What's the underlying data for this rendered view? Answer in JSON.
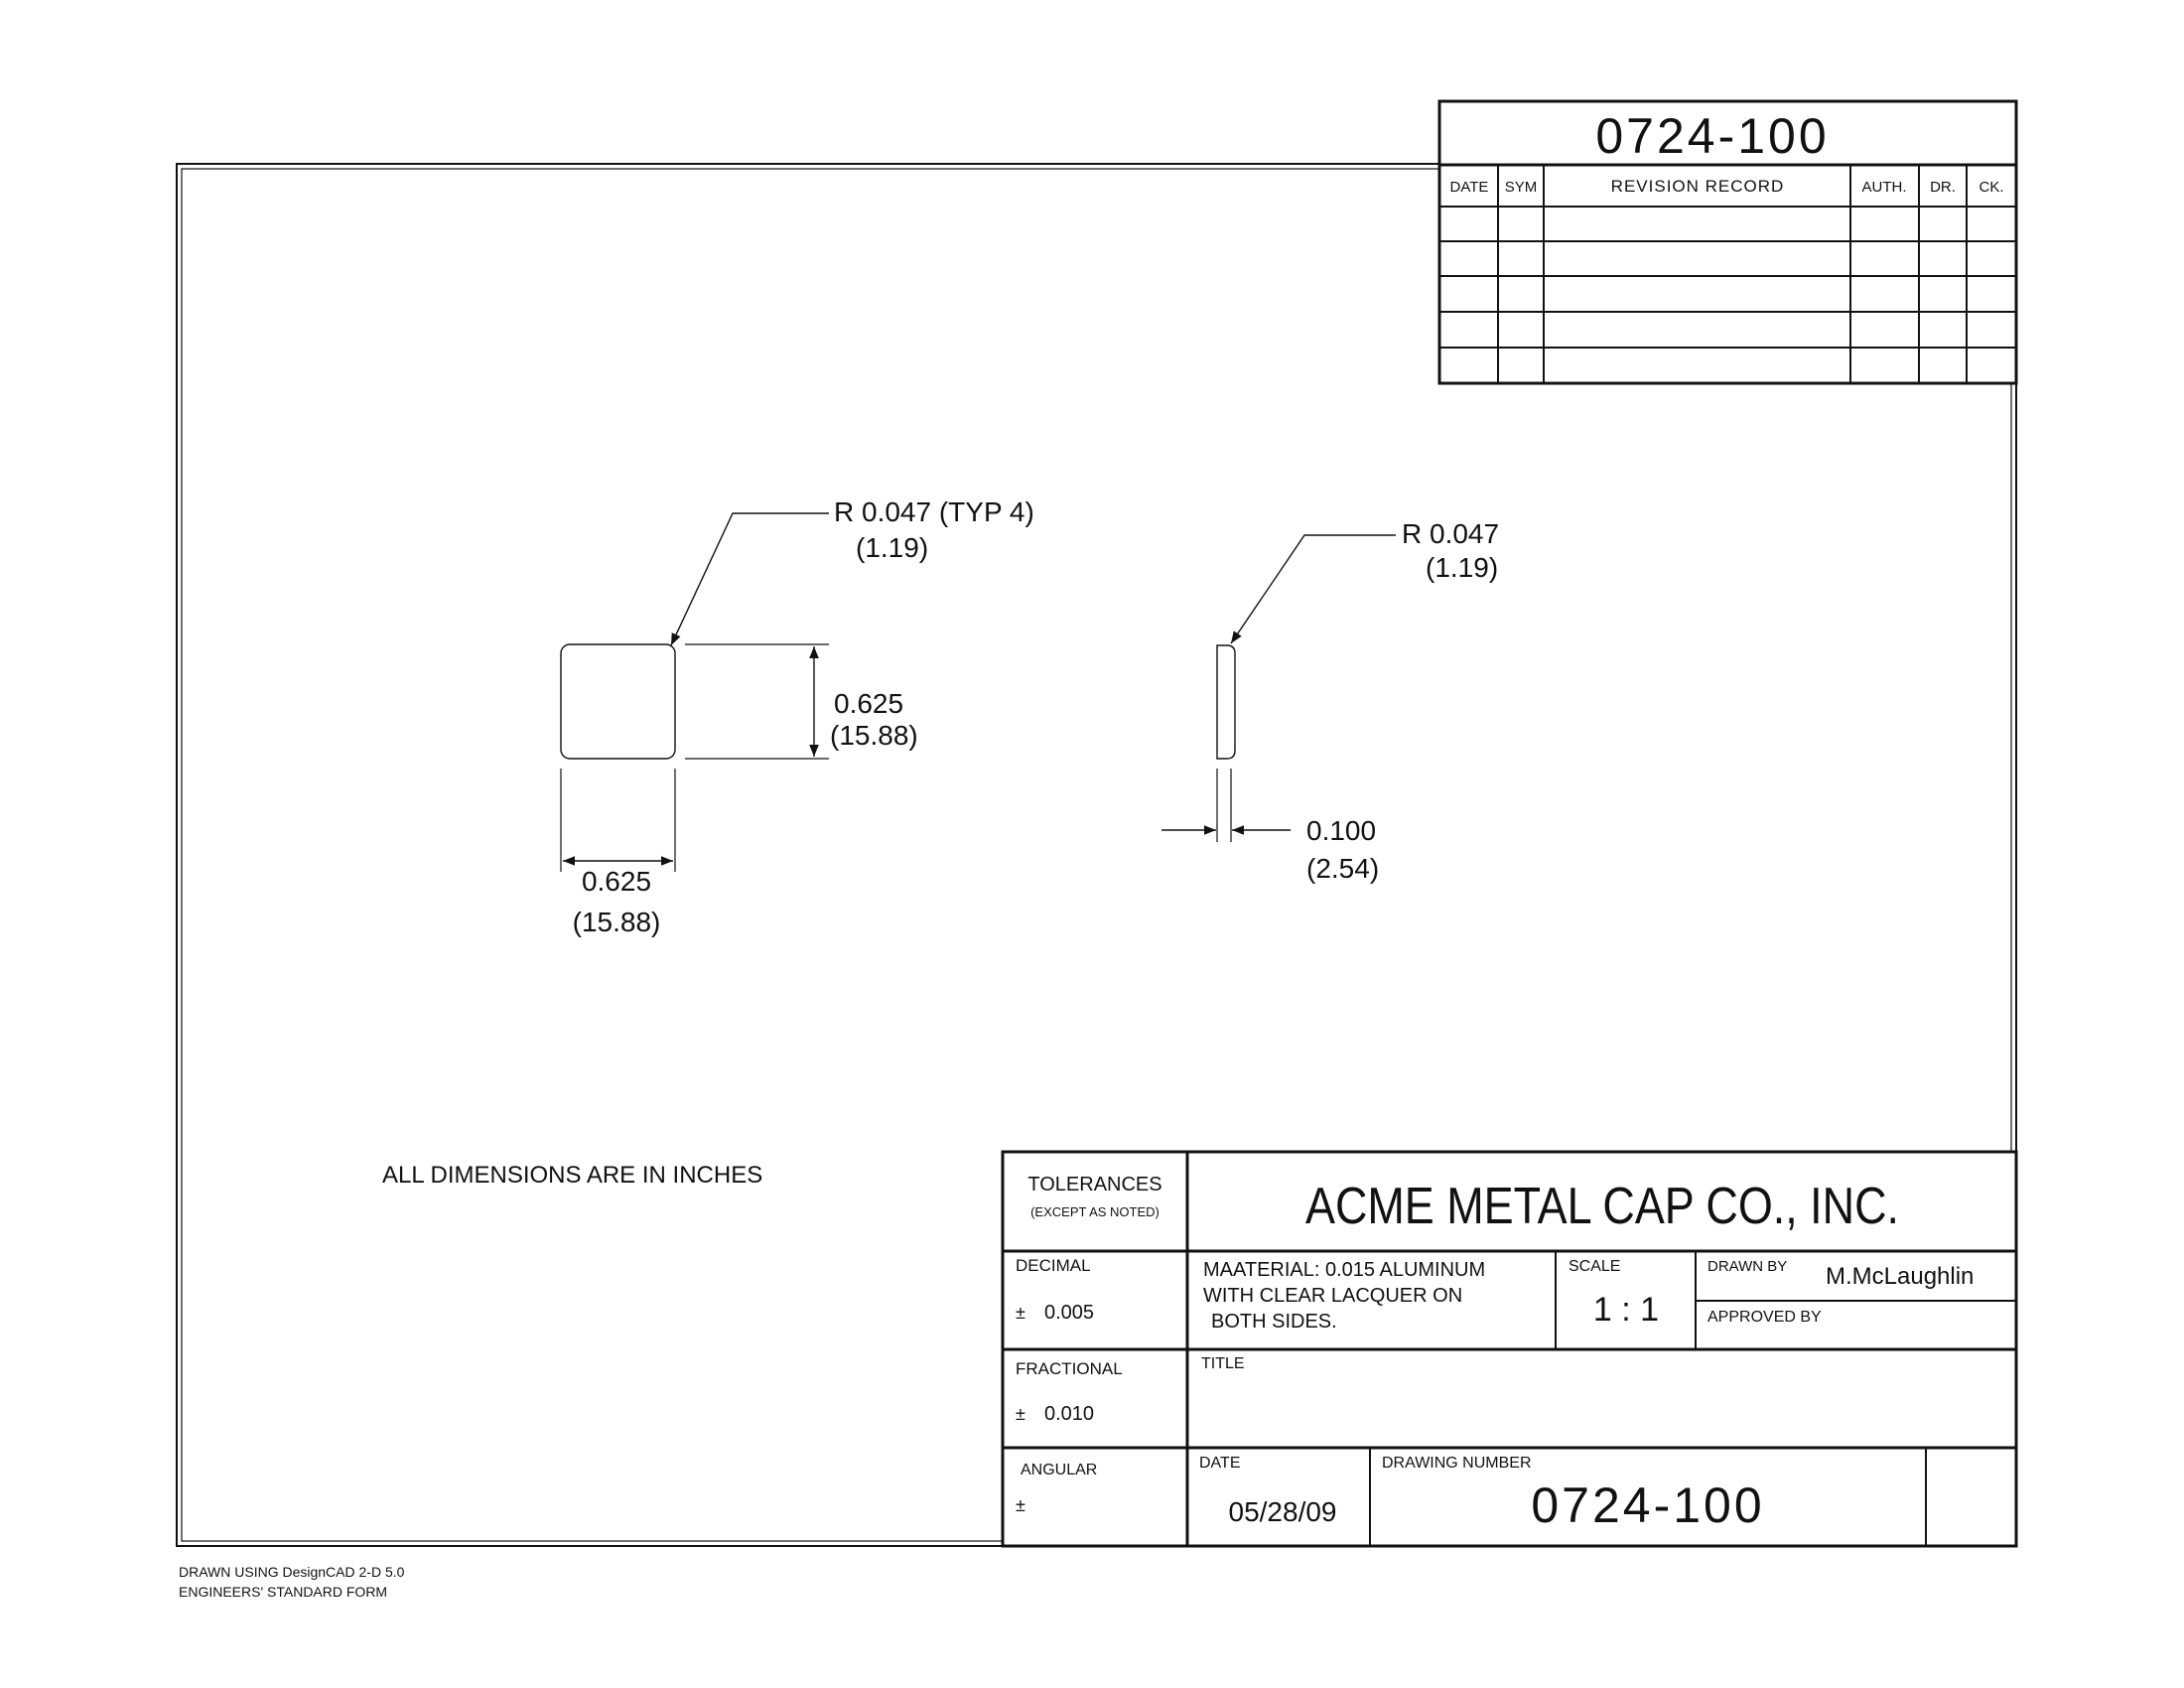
{
  "drawing": {
    "part_number_top": "0724-100",
    "revision_headers": {
      "date": "DATE",
      "sym": "SYM",
      "record": "REVISION RECORD",
      "auth": "AUTH.",
      "dr": "DR.",
      "ck": "CK."
    },
    "square_view": {
      "radius_note": "R 0.047 (TYP 4)",
      "radius_metric": "(1.19)",
      "height_in": "0.625",
      "height_mm": "(15.88)",
      "width_in": "0.625",
      "width_mm": "(15.88)"
    },
    "edge_view": {
      "radius_note": "R 0.047",
      "radius_metric": "(1.19)",
      "thickness_in": "0.100",
      "thickness_mm": "(2.54)"
    },
    "units_note": "ALL DIMENSIONS ARE IN INCHES"
  },
  "title_block": {
    "tolerances_label": "TOLERANCES",
    "except_label": "(EXCEPT AS NOTED)",
    "company": "ACME METAL CAP CO., INC.",
    "decimal_label": "DECIMAL",
    "decimal_value": "0.005",
    "fractional_label": "FRACTIONAL",
    "fractional_value": "0.010",
    "angular_label": "ANGULAR",
    "pm_symbol": "±",
    "material_line1": "MAATERIAL: 0.015 ALUMINUM",
    "material_line2": "WITH CLEAR LACQUER ON",
    "material_line3": "BOTH SIDES.",
    "scale_label": "SCALE",
    "scale_value": "1 : 1",
    "drawn_by_label": "DRAWN BY",
    "drawn_by_value": "M.McLaughlin",
    "approved_by_label": "APPROVED BY",
    "title_label": "TITLE",
    "date_label": "DATE",
    "date_value": "05/28/09",
    "drawing_number_label": "DRAWING NUMBER",
    "drawing_number_value": "0724-100"
  },
  "footer": {
    "line1": "DRAWN USING DesignCAD 2-D 5.0",
    "line2": "ENGINEERS' STANDARD FORM"
  }
}
